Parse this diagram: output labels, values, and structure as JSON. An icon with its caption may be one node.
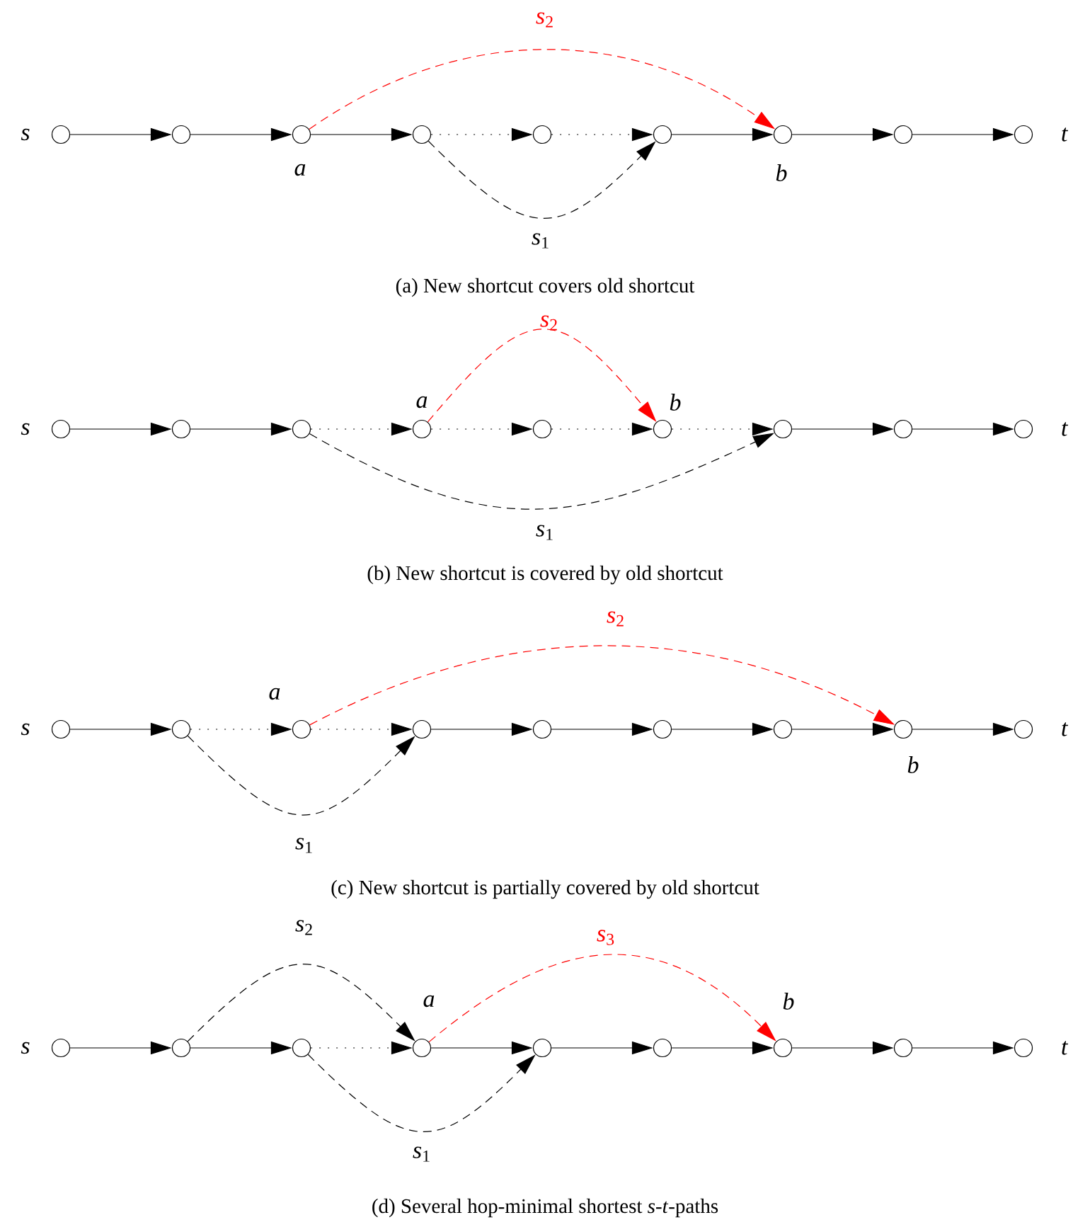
{
  "diagram": {
    "nodes": [
      {
        "text": [],
        "shape": "circle",
        "beside": [
          "*s*"
        ]
      },
      {
        "text": [],
        "shape": "circle"
      },
      {
        "text": [],
        "shape": "circle",
        "beside": [
          "*a*"
        ]
      },
      {
        "text": [],
        "shape": "circle"
      },
      {
        "text": [],
        "shape": "circle"
      },
      {
        "text": [],
        "shape": "circle"
      },
      {
        "text": [],
        "shape": "circle",
        "beside": [
          "*b*"
        ]
      },
      {
        "text": [],
        "shape": "circle"
      },
      {
        "text": [],
        "shape": "circle",
        "beside": [
          "*t*"
        ]
      },
      {
        "text": [],
        "shape": "circle",
        "beside": [
          "*s*"
        ]
      },
      {
        "text": [],
        "shape": "circle"
      },
      {
        "text": [],
        "shape": "circle"
      },
      {
        "text": [],
        "shape": "circle",
        "beside": [
          "*a*"
        ]
      },
      {
        "text": [],
        "shape": "circle"
      },
      {
        "text": [],
        "shape": "circle",
        "beside": [
          "*b*"
        ]
      },
      {
        "text": [],
        "shape": "circle"
      },
      {
        "text": [],
        "shape": "circle"
      },
      {
        "text": [],
        "shape": "circle",
        "beside": [
          "*t*"
        ]
      },
      {
        "text": [],
        "shape": "circle",
        "beside": [
          "*s*"
        ]
      },
      {
        "text": [],
        "shape": "circle"
      },
      {
        "text": [],
        "shape": "circle",
        "beside": [
          "*a*"
        ]
      },
      {
        "text": [],
        "shape": "circle"
      },
      {
        "text": [],
        "shape": "circle"
      },
      {
        "text": [],
        "shape": "circle"
      },
      {
        "text": [],
        "shape": "circle"
      },
      {
        "text": [],
        "shape": "circle",
        "beside": [
          "*b*"
        ]
      },
      {
        "text": [],
        "shape": "circle",
        "beside": [
          "*t*"
        ]
      },
      {
        "text": [],
        "shape": "circle",
        "beside": [
          "*s*"
        ]
      },
      {
        "text": [],
        "shape": "circle"
      },
      {
        "text": [],
        "shape": "circle"
      },
      {
        "text": [],
        "shape": "circle",
        "beside": [
          "*a*"
        ]
      },
      {
        "text": [],
        "shape": "circle"
      },
      {
        "text": [],
        "shape": "circle"
      },
      {
        "text": [],
        "shape": "circle",
        "beside": [
          "*b*"
        ]
      },
      {
        "text": [],
        "shape": "circle"
      },
      {
        "text": [],
        "shape": "circle",
        "beside": [
          "*t*"
        ]
      }
    ],
    "edges": [
      {
        "from": 0,
        "to": 1,
        "arrow": "to"
      },
      {
        "from": 1,
        "to": 2,
        "arrow": "to"
      },
      {
        "from": 2,
        "to": 3,
        "arrow": "to"
      },
      {
        "from": 3,
        "to": 4,
        "arrow": "to",
        "style": "dashed"
      },
      {
        "from": 4,
        "to": 5,
        "arrow": "to",
        "style": "dashed"
      },
      {
        "from": 5,
        "to": 6,
        "arrow": "to"
      },
      {
        "from": 6,
        "to": 7,
        "arrow": "to"
      },
      {
        "from": 7,
        "to": 8,
        "arrow": "to"
      },
      {
        "from": 2,
        "to": 6,
        "arrow": "to",
        "style": "dashed",
        "color": "#ff0000",
        "label": "*s*$_{2}$"
      },
      {
        "from": 3,
        "to": 5,
        "arrow": "to",
        "style": "dashed",
        "label": "*s*$_{1}$"
      },
      {
        "from": 9,
        "to": 10,
        "arrow": "to"
      },
      {
        "from": 10,
        "to": 11,
        "arrow": "to"
      },
      {
        "from": 11,
        "to": 12,
        "arrow": "to",
        "style": "dashed"
      },
      {
        "from": 12,
        "to": 13,
        "arrow": "to",
        "style": "dashed"
      },
      {
        "from": 13,
        "to": 14,
        "arrow": "to",
        "style": "dashed"
      },
      {
        "from": 14,
        "to": 15,
        "arrow": "to",
        "style": "dashed"
      },
      {
        "from": 15,
        "to": 16,
        "arrow": "to"
      },
      {
        "from": 16,
        "to": 17,
        "arrow": "to"
      },
      {
        "from": 12,
        "to": 14,
        "arrow": "to",
        "style": "dashed",
        "color": "#ff0000",
        "label": "*s*$_{2}$"
      },
      {
        "from": 11,
        "to": 15,
        "arrow": "to",
        "style": "dashed",
        "label": "*s*$_{1}$"
      },
      {
        "from": 18,
        "to": 19,
        "arrow": "to"
      },
      {
        "from": 19,
        "to": 20,
        "arrow": "to",
        "style": "dashed"
      },
      {
        "from": 20,
        "to": 21,
        "arrow": "to",
        "style": "dashed"
      },
      {
        "from": 21,
        "to": 22,
        "arrow": "to"
      },
      {
        "from": 22,
        "to": 23,
        "arrow": "to"
      },
      {
        "from": 23,
        "to": 24,
        "arrow": "to"
      },
      {
        "from": 24,
        "to": 25,
        "arrow": "to"
      },
      {
        "from": 25,
        "to": 26,
        "arrow": "to"
      },
      {
        "from": 20,
        "to": 25,
        "arrow": "to",
        "style": "dashed",
        "color": "#ff0000",
        "label": "*s*$_{2}$"
      },
      {
        "from": 19,
        "to": 21,
        "arrow": "to",
        "style": "dashed",
        "label": "*s*$_{1}$"
      },
      {
        "from": 27,
        "to": 28,
        "arrow": "to"
      },
      {
        "from": 28,
        "to": 29,
        "arrow": "to"
      },
      {
        "from": 29,
        "to": 30,
        "arrow": "to",
        "style": "dashed"
      },
      {
        "from": 30,
        "to": 31,
        "arrow": "to"
      },
      {
        "from": 31,
        "to": 32,
        "arrow": "to"
      },
      {
        "from": 32,
        "to": 33,
        "arrow": "to"
      },
      {
        "from": 33,
        "to": 34,
        "arrow": "to"
      },
      {
        "from": 34,
        "to": 35,
        "arrow": "to"
      },
      {
        "from": 28,
        "to": 30,
        "arrow": "to",
        "style": "dashed",
        "label": "*s*$_{2}$"
      },
      {
        "from": 30,
        "to": 33,
        "arrow": "to",
        "style": "dashed",
        "color": "#ff0000",
        "label": "*s*$_{3}$"
      },
      {
        "from": 29,
        "to": 31,
        "arrow": "to",
        "style": "dashed",
        "label": "*s*$_{1}$"
      }
    ],
    "labels": [
      "(a) New shortcut covers old shortcut",
      "(b) New shortcut is covered by old shortcut",
      "(c) New shortcut is partially covered by old shortcut",
      "(d) Several hop-minimal shortest *s*-*t*-paths"
    ]
  }
}
